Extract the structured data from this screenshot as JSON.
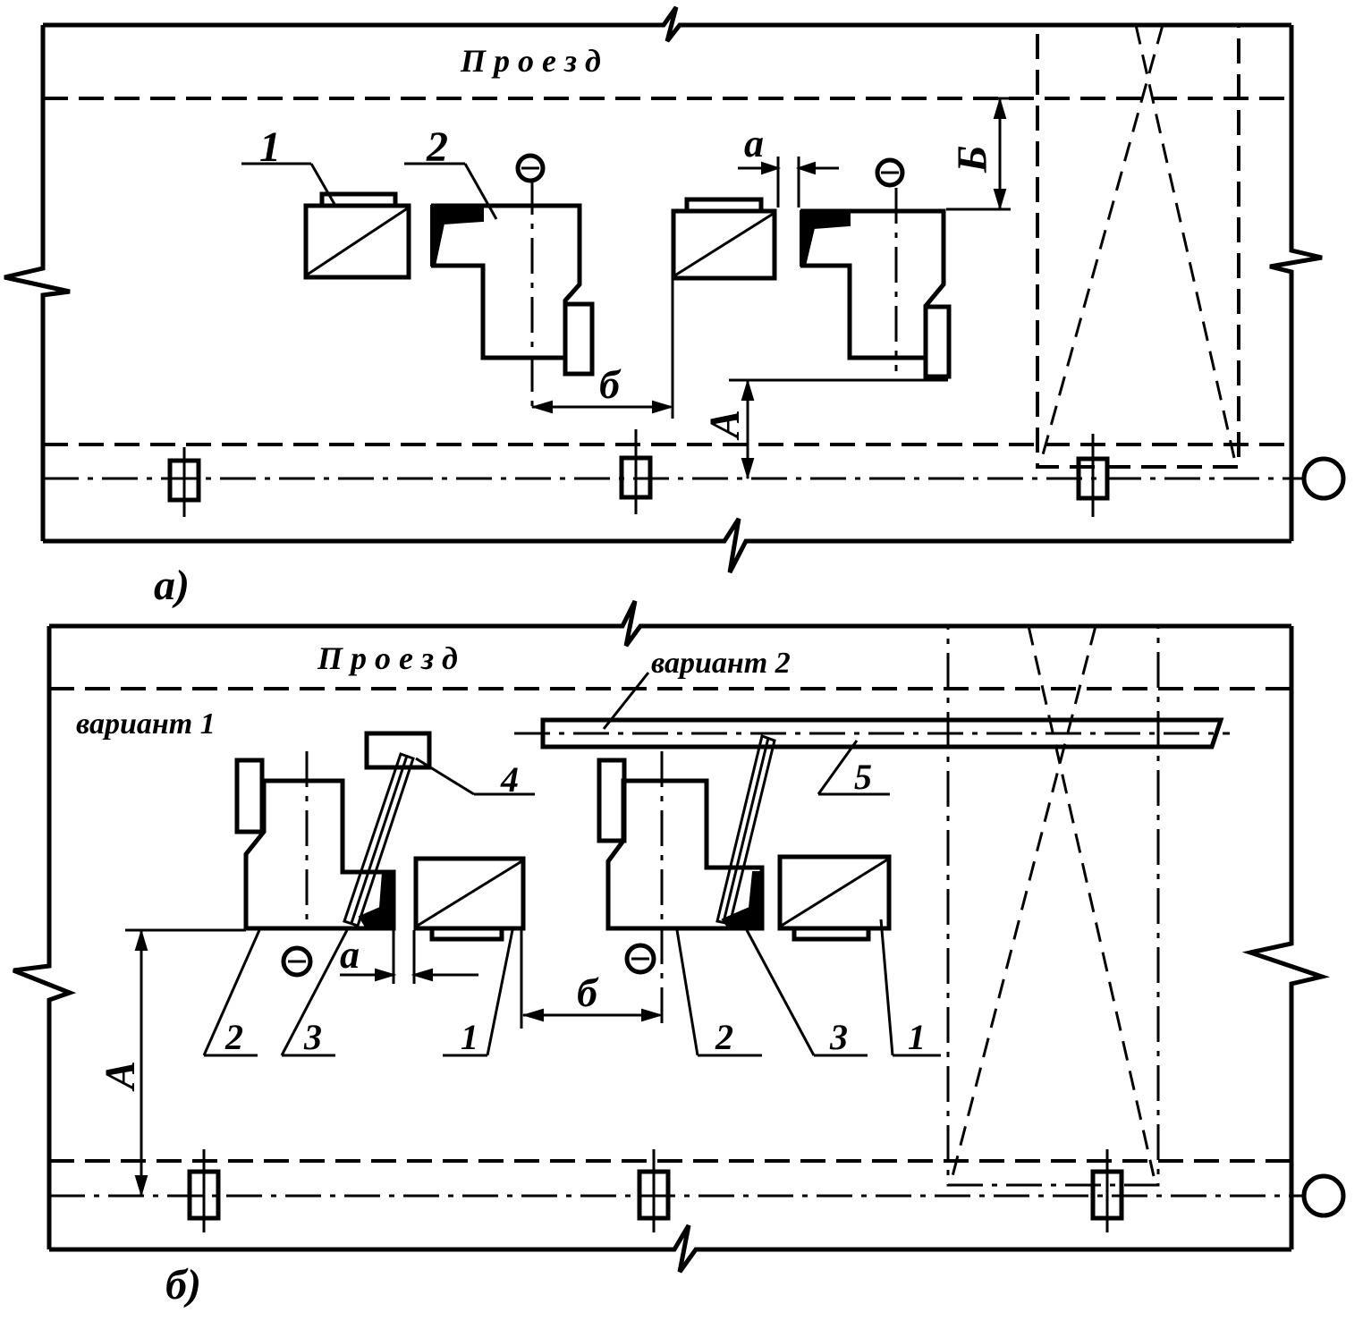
{
  "diagram_a": {
    "label_passage": "П р о е з д",
    "label_item_1": "1",
    "label_item_2": "2",
    "label_dim_a": "a",
    "label_dim_B": "Б",
    "label_dim_b": "б",
    "label_dim_A": "А",
    "caption": "а)"
  },
  "diagram_b": {
    "label_passage": "П р о е з д",
    "label_variant_1": "вариант 1",
    "label_variant_2": "вариант 2",
    "label_item_4": "4",
    "label_item_5": "5",
    "label_dim_a": "a",
    "label_dim_b": "б",
    "label_dim_A": "А",
    "group1_labels": [
      "2",
      "3",
      "1"
    ],
    "group2_labels": [
      "2",
      "3",
      "1"
    ],
    "caption": "б)"
  }
}
